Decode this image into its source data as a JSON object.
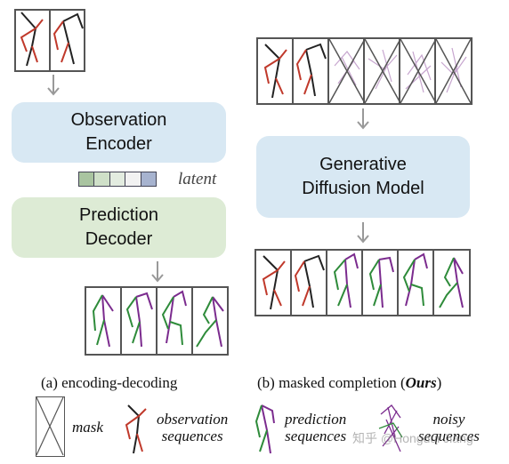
{
  "left": {
    "encoder": {
      "line1": "Observation",
      "line2": "Encoder"
    },
    "latent_label": "latent",
    "decoder": {
      "line1": "Prediction",
      "line2": "Decoder"
    },
    "caption": "(a) encoding-decoding",
    "colors": {
      "encoder_bg": "#d8e8f3",
      "decoder_bg": "#ddebd5",
      "latent_cells": [
        "#a9c4a0",
        "#cfe0c8",
        "#e3ece0",
        "#f2f2f2",
        "#a7b3cf"
      ]
    }
  },
  "right": {
    "model": {
      "line1": "Generative",
      "line2": "Diffusion Model"
    },
    "caption_prefix": "(b) masked completion (",
    "caption_ours": "Ours",
    "caption_suffix": ")"
  },
  "legend": {
    "mask": "mask",
    "observation_line1": "observation",
    "observation_line2": "sequences",
    "prediction_line1": "prediction",
    "prediction_line2": "sequences",
    "noisy_line1": "noisy",
    "noisy_line2": "sequences"
  },
  "watermark": "知乎 @Hongdui Jiang",
  "colors": {
    "observation": "#c0392b",
    "dark": "#222222",
    "prediction_green": "#2e8b3a",
    "prediction_purple": "#7b2b8e",
    "noise": "#c7a6cf"
  }
}
